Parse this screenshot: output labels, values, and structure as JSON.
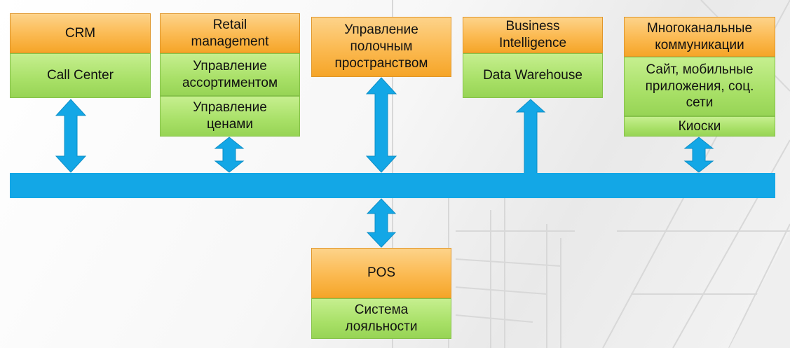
{
  "colors": {
    "orange_header": "#fbb950",
    "green_module": "#a8e067",
    "bus_blue": "#13a7e6"
  },
  "crm": {
    "title": "CRM",
    "modules": [
      "Call Center"
    ]
  },
  "retail": {
    "title": "Retail management",
    "modules": [
      "Управление ассортиментом",
      "Управление ценами"
    ]
  },
  "shelf": {
    "title": "Управление полочным пространством"
  },
  "bi": {
    "title": "Business Intelligence",
    "modules": [
      "Data Warehouse"
    ]
  },
  "omni": {
    "title": "Многоканальные коммуникации",
    "modules": [
      "Сайт, мобильные приложения, соц. сети",
      "Киоски"
    ]
  },
  "pos": {
    "title": "POS",
    "modules": [
      "Система лояльности"
    ]
  }
}
